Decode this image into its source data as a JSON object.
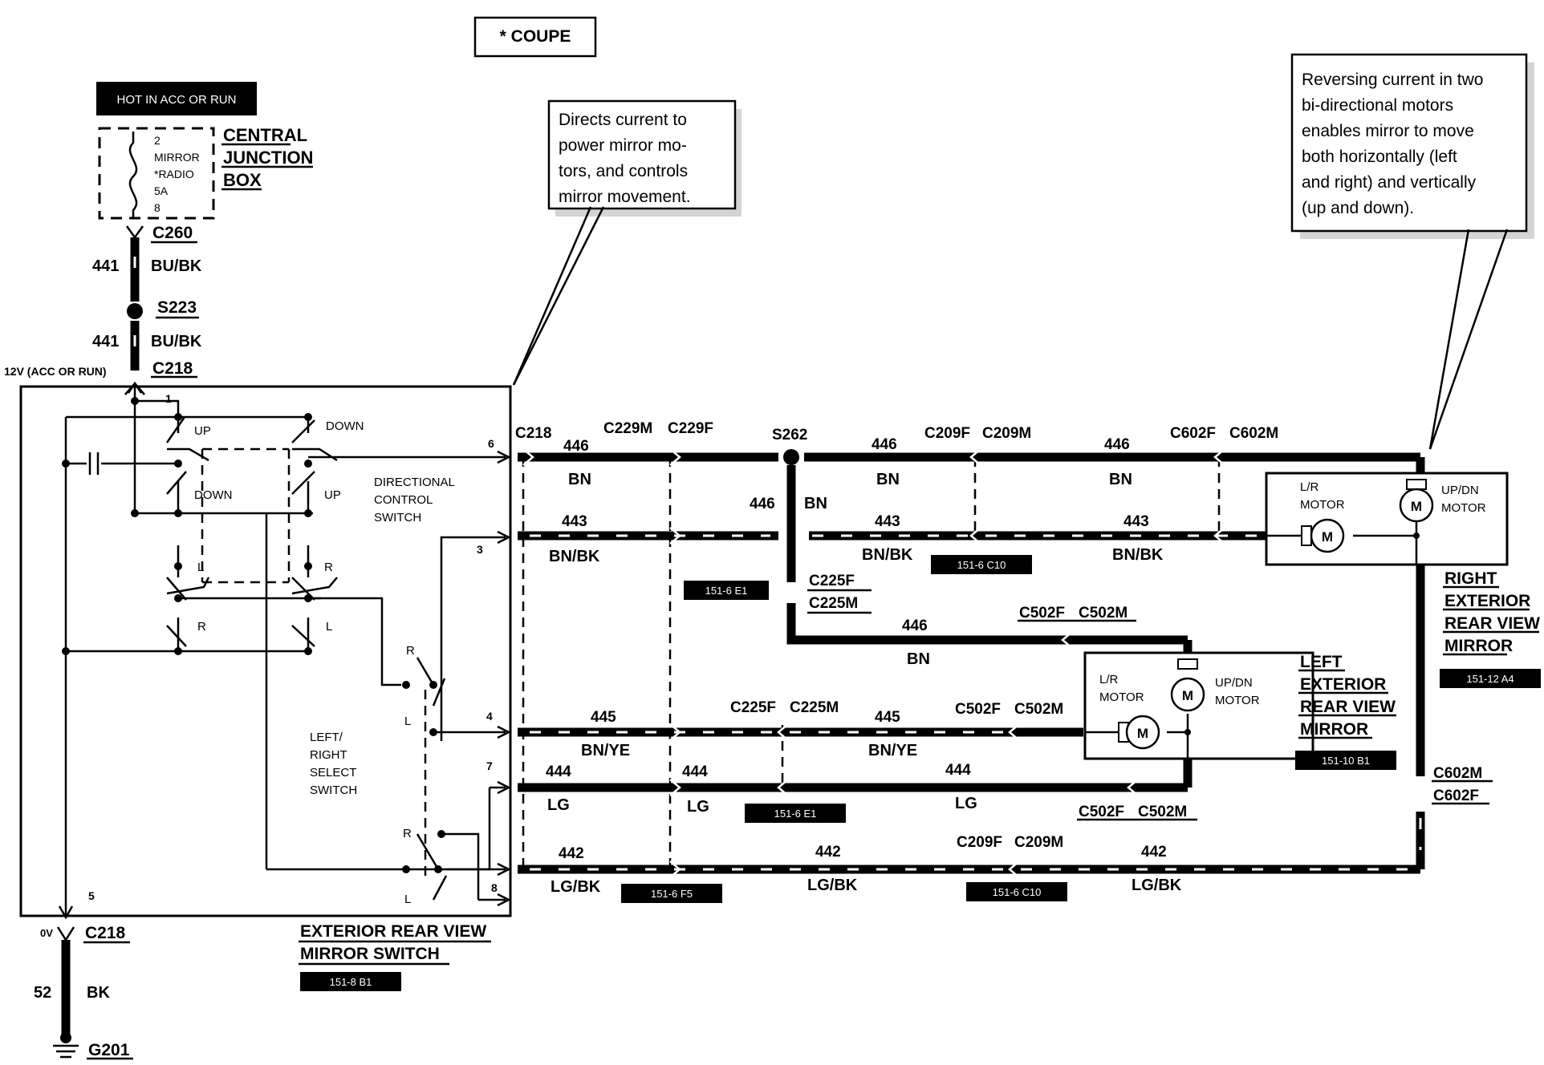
{
  "legend": {
    "coupe": "* COUPE"
  },
  "power": {
    "hot_label": "HOT IN ACC OR RUN",
    "fuse_lines": [
      "2",
      "MIRROR",
      "*RADIO",
      "5A",
      "8"
    ],
    "cjb_lines": [
      "CENTRAL",
      "JUNCTION",
      "BOX"
    ],
    "c260": "C260",
    "circuit_441": "441",
    "color_bubk": "BU/BK",
    "s223": "S223",
    "supply_label": "12V (ACC OR RUN)",
    "c218_top": "C218"
  },
  "switch": {
    "pins": {
      "p1": "1",
      "p3": "3",
      "p4": "4",
      "p5": "5",
      "p6": "6",
      "p7": "7",
      "p8": "8"
    },
    "up": "UP",
    "down": "DOWN",
    "l": "L",
    "r": "R",
    "directional_lines": [
      "DIRECTIONAL",
      "CONTROL",
      "SWITCH"
    ],
    "select_lines": [
      "LEFT/",
      "RIGHT",
      "SELECT",
      "SWITCH"
    ],
    "name_lines": [
      "EXTERIOR REAR VIEW",
      "MIRROR SWITCH"
    ],
    "ref": "151-8 B1"
  },
  "ground": {
    "volt": "0V",
    "c218": "C218",
    "circuit": "52",
    "color": "BK",
    "g201": "G201"
  },
  "wires": {
    "c218": "C218",
    "c229m": "C229M",
    "c229f": "C229F",
    "s262": "S262",
    "c209f": "C209F",
    "c209m": "C209M",
    "c602f": "C602F",
    "c602m": "C602M",
    "c225f": "C225F",
    "c225m": "C225M",
    "c502f": "C502F",
    "c502m": "C502M",
    "n446": "446",
    "n443": "443",
    "n445": "445",
    "n444": "444",
    "n442": "442",
    "bn": "BN",
    "bnbk": "BN/BK",
    "bnye": "BN/YE",
    "lg": "LG",
    "lgbk": "LG/BK",
    "refs": {
      "r_151_6_e1_a": "151-6 E1",
      "r_151_6_c10_a": "151-6 C10",
      "r_151_6_e1_b": "151-6 E1",
      "r_151_6_f5": "151-6 F5",
      "r_151_6_c10_b": "151-6 C10"
    }
  },
  "right_mirror": {
    "lr_lines": [
      "L/R",
      "MOTOR"
    ],
    "updn_lines": [
      "UP/DN",
      "MOTOR"
    ],
    "motor_glyph": "M",
    "name_lines": [
      "RIGHT",
      "EXTERIOR",
      "REAR VIEW",
      "MIRROR"
    ],
    "ref": "151-12 A4",
    "c602m": "C602M",
    "c602f": "C602F"
  },
  "left_mirror": {
    "lr_lines": [
      "L/R",
      "MOTOR"
    ],
    "updn_lines": [
      "UP/DN",
      "MOTOR"
    ],
    "motor_glyph": "M",
    "name_lines": [
      "LEFT",
      "EXTERIOR",
      "REAR VIEW",
      "MIRROR"
    ],
    "ref": "151-10 B1"
  },
  "notes": {
    "switch_note": [
      "Directs current to",
      "power mirror mo-",
      "tors, and controls",
      "mirror movement."
    ],
    "motor_note": [
      "Reversing current in two",
      "bi-directional motors",
      "enables mirror to move",
      "both horizontally (left",
      "and right) and vertically",
      "(up and down)."
    ]
  }
}
